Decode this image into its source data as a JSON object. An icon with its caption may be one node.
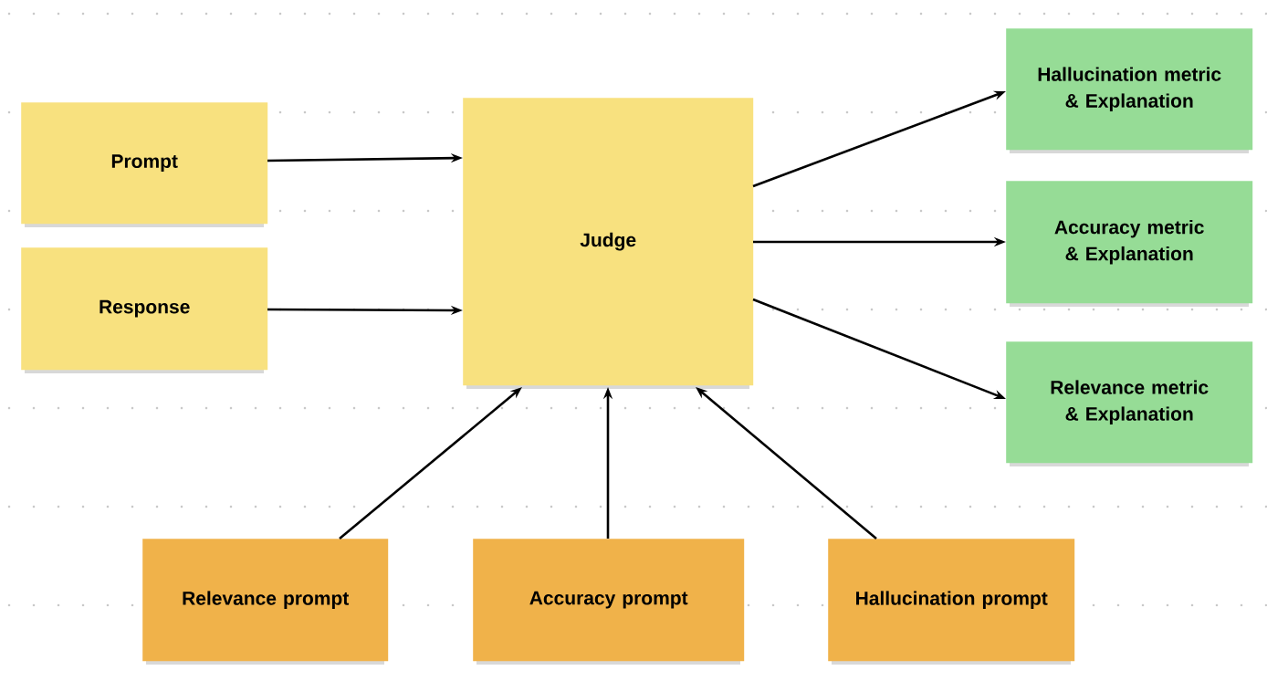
{
  "diagram": {
    "nodes": [
      {
        "text": [
          "Prompt"
        ]
      },
      {
        "text": [
          "Response"
        ]
      },
      {
        "text": [
          "Judge"
        ]
      },
      {
        "text": [
          "Hallucination metric & Explanation"
        ]
      },
      {
        "text": [
          "Accuracy metric & Explanation"
        ]
      },
      {
        "text": [
          "Relevance metric & Explanation"
        ]
      },
      {
        "text": [
          "Relevance prompt"
        ]
      },
      {
        "text": [
          "Accuracy prompt"
        ]
      },
      {
        "text": [
          "Hallucination prompt"
        ]
      }
    ],
    "edges": [
      {
        "from": 0,
        "to": 2,
        "arrow": "to"
      },
      {
        "from": 1,
        "to": 2,
        "arrow": "to"
      },
      {
        "from": 2,
        "to": 3,
        "arrow": "to"
      },
      {
        "from": 2,
        "to": 4,
        "arrow": "to"
      },
      {
        "from": 2,
        "to": 5,
        "arrow": "to"
      },
      {
        "from": 6,
        "to": 2,
        "arrow": "to"
      },
      {
        "from": 7,
        "to": 2,
        "arrow": "to"
      },
      {
        "from": 8,
        "to": 2,
        "arrow": "to"
      }
    ]
  }
}
